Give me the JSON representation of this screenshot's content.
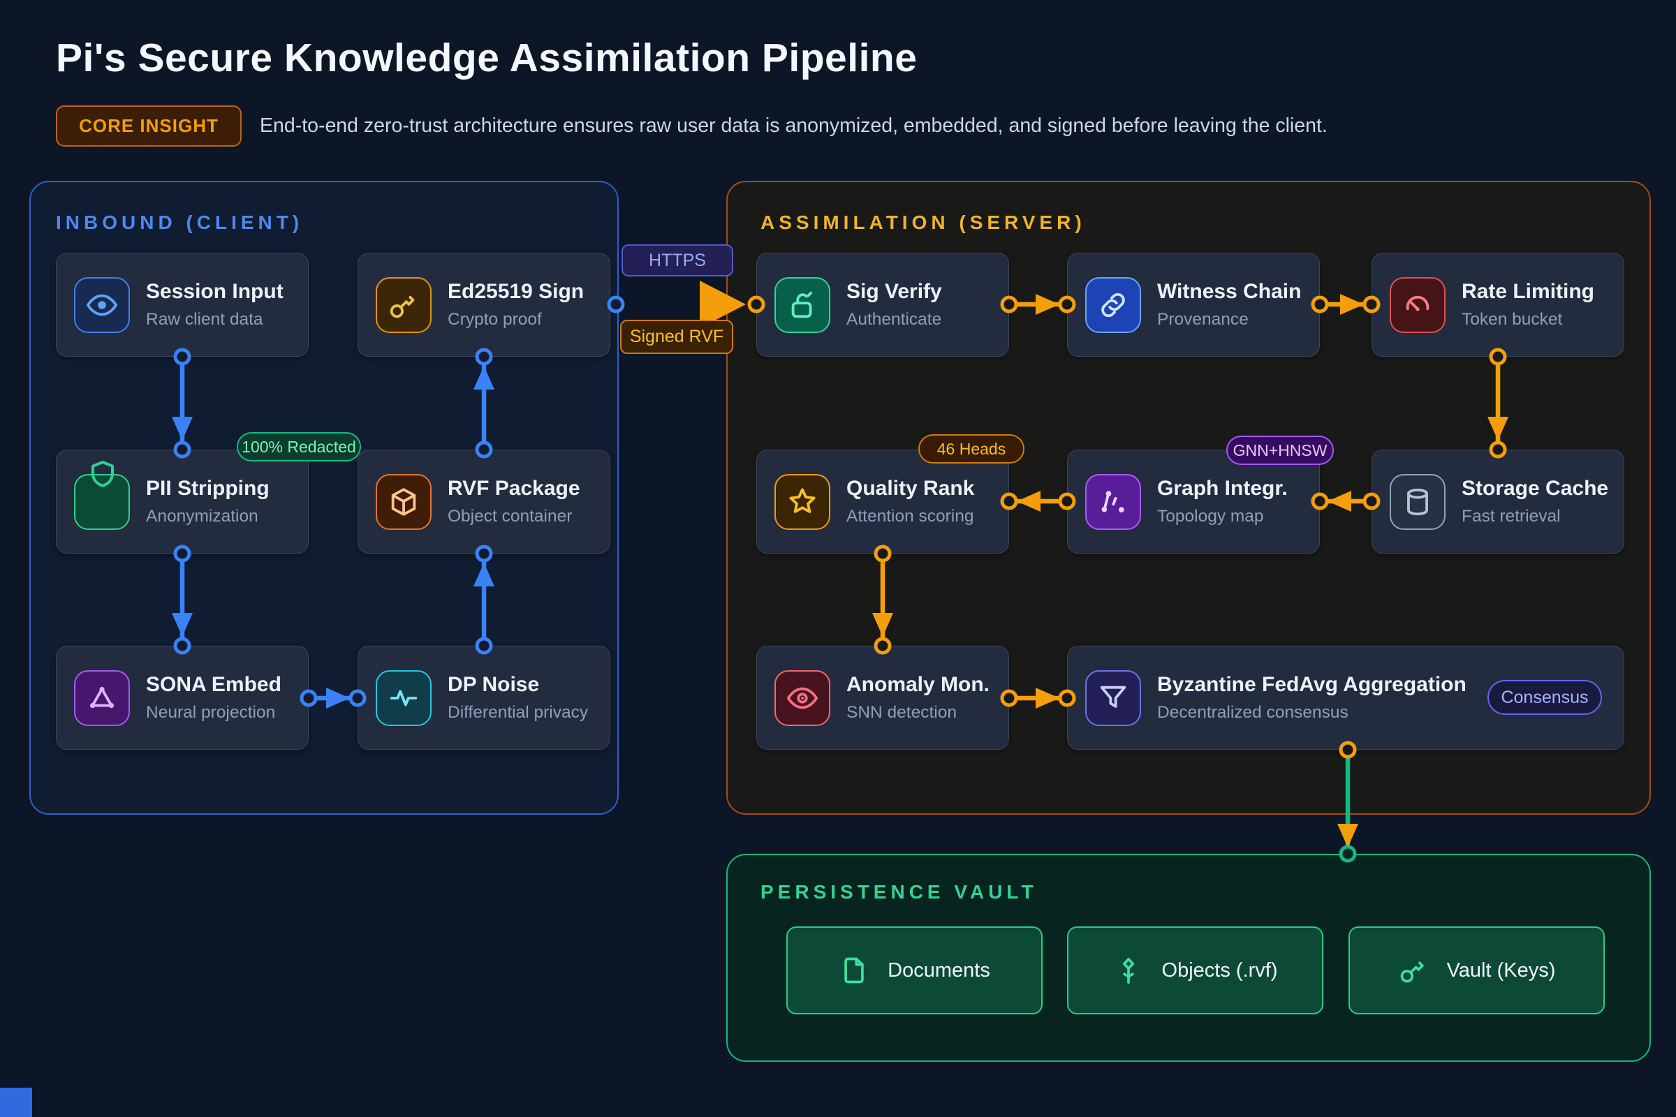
{
  "header": {
    "title": "Pi's Secure Knowledge Assimilation Pipeline",
    "badge": "CORE INSIGHT",
    "subtitle": "End-to-end zero-trust architecture ensures raw user data is anonymized, embedded, and signed before leaving the client."
  },
  "sections": {
    "client": "INBOUND (CLIENT)",
    "server": "ASSIMILATION (SERVER)",
    "vault": "PERSISTENCE VAULT"
  },
  "edge_labels": {
    "https": "HTTPS",
    "signed_rvf": "Signed RVF",
    "redacted": "100% Redacted"
  },
  "nodes": {
    "session_input": {
      "title": "Session Input",
      "subtitle": "Raw client data",
      "icon": "eye"
    },
    "ed25519_sign": {
      "title": "Ed25519 Sign",
      "subtitle": "Crypto proof",
      "icon": "key"
    },
    "pii_stripping": {
      "title": "PII Stripping",
      "subtitle": "Anonymization",
      "icon": "shield-user"
    },
    "rvf_package": {
      "title": "RVF Package",
      "subtitle": "Object container",
      "icon": "package"
    },
    "sona_embed": {
      "title": "SONA Embed",
      "subtitle": "Neural projection",
      "icon": "triangle-network"
    },
    "dp_noise": {
      "title": "DP Noise",
      "subtitle": "Differential privacy",
      "icon": "pulse"
    },
    "sig_verify": {
      "title": "Sig Verify",
      "subtitle": "Authenticate",
      "icon": "unlock"
    },
    "witness_chain": {
      "title": "Witness Chain",
      "subtitle": "Provenance",
      "icon": "chain-link"
    },
    "rate_limiting": {
      "title": "Rate Limiting",
      "subtitle": "Token bucket",
      "icon": "gauge"
    },
    "quality_rank": {
      "title": "Quality Rank",
      "subtitle": "Attention scoring",
      "icon": "star",
      "badge": "46 Heads"
    },
    "graph_integr": {
      "title": "Graph Integr.",
      "subtitle": "Topology map",
      "icon": "graph-nodes",
      "badge": "GNN+HNSW"
    },
    "storage_cache": {
      "title": "Storage Cache",
      "subtitle": "Fast retrieval",
      "icon": "database"
    },
    "anomaly_mon": {
      "title": "Anomaly Mon.",
      "subtitle": "SNN detection",
      "icon": "eye-alert"
    },
    "byzantine": {
      "title": "Byzantine FedAvg Aggregation",
      "subtitle": "Decentralized consensus",
      "icon": "funnel",
      "badge": "Consensus"
    }
  },
  "vault_items": [
    {
      "label": "Documents",
      "icon": "document"
    },
    {
      "label": "Objects (.rvf)",
      "icon": "sprout"
    },
    {
      "label": "Vault (Keys)",
      "icon": "key"
    }
  ],
  "colors": {
    "client_accent": "#3b82f6",
    "server_accent": "#f59e0b",
    "vault_accent": "#10b981",
    "client_border": "#2e5fd3",
    "server_border": "#a34d14",
    "background": "#0d1626"
  }
}
